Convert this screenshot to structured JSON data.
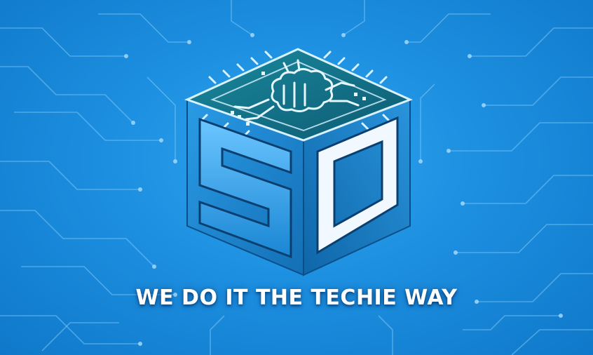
{
  "banner": {
    "tagline": "WE DO IT THE TECHIE WAY"
  },
  "logo": {
    "name": "SD cube logo with microchip brain",
    "letters": "SD"
  },
  "background": {
    "pattern": "circuit-board-traces"
  },
  "colors": {
    "background": "#1d8fe0",
    "background_dark": "#0f78c9",
    "trace": "#7cc7f7",
    "cube_face": "#1e8ed6",
    "cube_top": "#12637f",
    "chip_outline": "#d8f2ff",
    "tagline": "#ffffff"
  }
}
